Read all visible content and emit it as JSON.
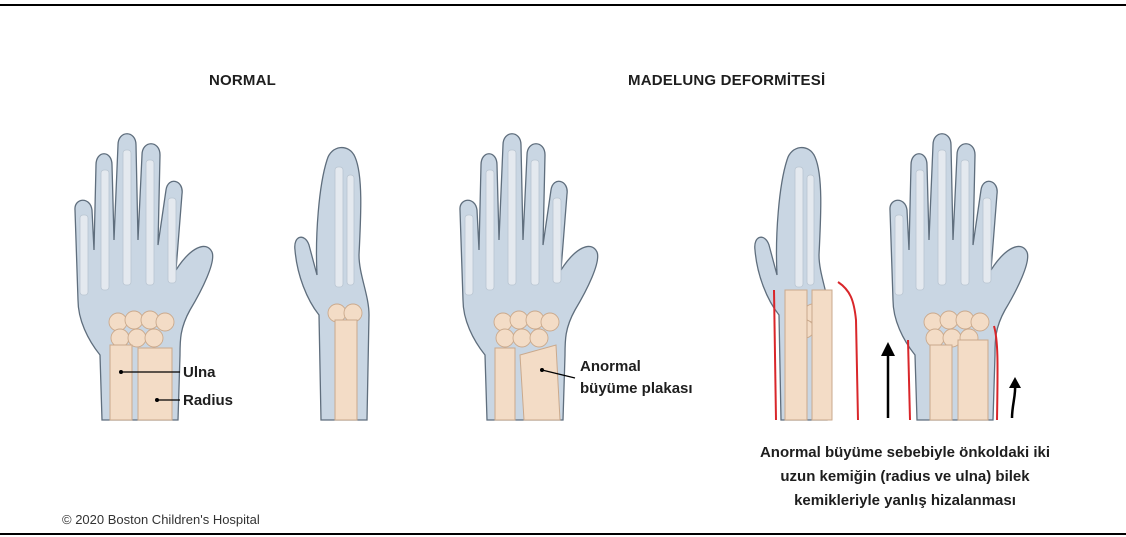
{
  "headings": {
    "normal": "NORMAL",
    "madelung": "MADELUNG DEFORMİTESİ"
  },
  "labels": {
    "ulna": "Ulna",
    "radius": "Radius",
    "growth_plate_line1": "Anormal",
    "growth_plate_line2": "büyüme plakası"
  },
  "caption": {
    "line1": "Anormal büyüme sebebiyle önkoldaki iki",
    "line2": "uzun kemiğin (radius ve ulna) bilek",
    "line3": "kemikleriyle yanlış hizalanması"
  },
  "copyright": "© 2020 Boston Children's Hospital",
  "colors": {
    "skin": "#c9d6e3",
    "skin_outline": "#6c7b8a",
    "bone": "#f3dcc6",
    "bone_outline": "#d9bfa6",
    "deformity_highlight": "#d9262a",
    "text": "#1e1e1e"
  }
}
